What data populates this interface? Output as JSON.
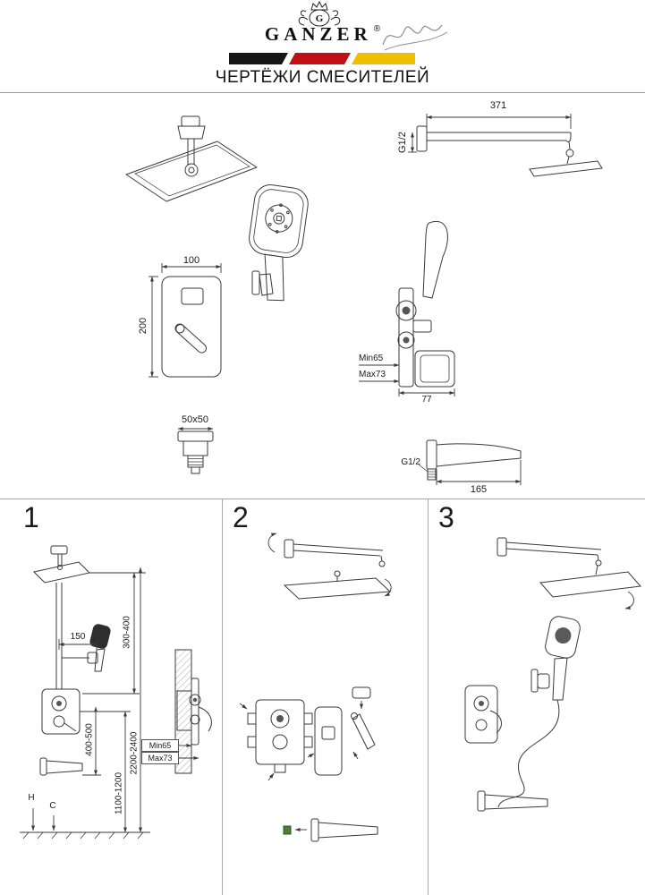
{
  "header": {
    "monogram": "G",
    "brand": "GANZER",
    "registered": "®",
    "title": "ЧЕРТЁЖИ СМЕСИТЕЛЕЙ"
  },
  "colors": {
    "flag_black": "#161616",
    "flag_red": "#c01015",
    "flag_yellow": "#f0c000",
    "accent_green": "#4a7d3a"
  },
  "overview": {
    "shower_arm": {
      "length": "371",
      "thread": "G1/2"
    },
    "mixer_front": {
      "width": "100",
      "height": "200"
    },
    "mixer_side": {
      "min_depth": "Min65",
      "max_depth": "Max73",
      "holder_width": "77"
    },
    "escutcheon": {
      "size": "50x50"
    },
    "spout": {
      "thread": "G1/2",
      "length": "165"
    }
  },
  "sections": {
    "s1": {
      "number": "1",
      "hand_shower_offset": "150",
      "head_to_shower": "300-400",
      "spout_range": "400-500",
      "head_height": "2200-2400",
      "mixer_height": "1100-1200",
      "floor_mark": "H",
      "spout_mark": "C",
      "wall_min": "Min65",
      "wall_max": "Max73"
    },
    "s2": {
      "number": "2"
    },
    "s3": {
      "number": "3"
    }
  }
}
